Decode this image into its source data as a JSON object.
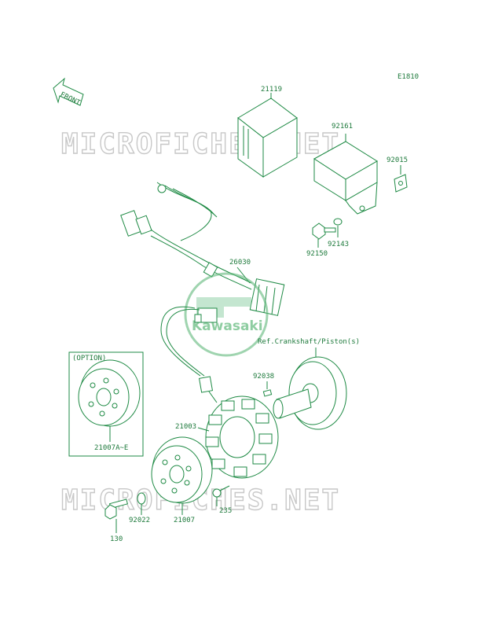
{
  "diagram_code": "E1810",
  "front_label": "FRONT",
  "option_title": "(OPTION)",
  "ref_note": "Ref.Crankshaft/Piston(s)",
  "logo_text": "Kawasaki",
  "watermark": "MICROFICHES.NET",
  "parts": {
    "p21119": "21119",
    "p92161": "92161",
    "p92015": "92015",
    "p92150": "92150",
    "p92143": "92143",
    "p26030": "26030",
    "p92038": "92038",
    "p21003": "21003",
    "p21007AE": "21007A~E",
    "p21007": "21007",
    "p92022": "92022",
    "p130": "130",
    "p235": "235"
  },
  "colors": {
    "line": "#1e8a44",
    "text": "#1e7a3c",
    "watermark": "#c8c8c8"
  }
}
